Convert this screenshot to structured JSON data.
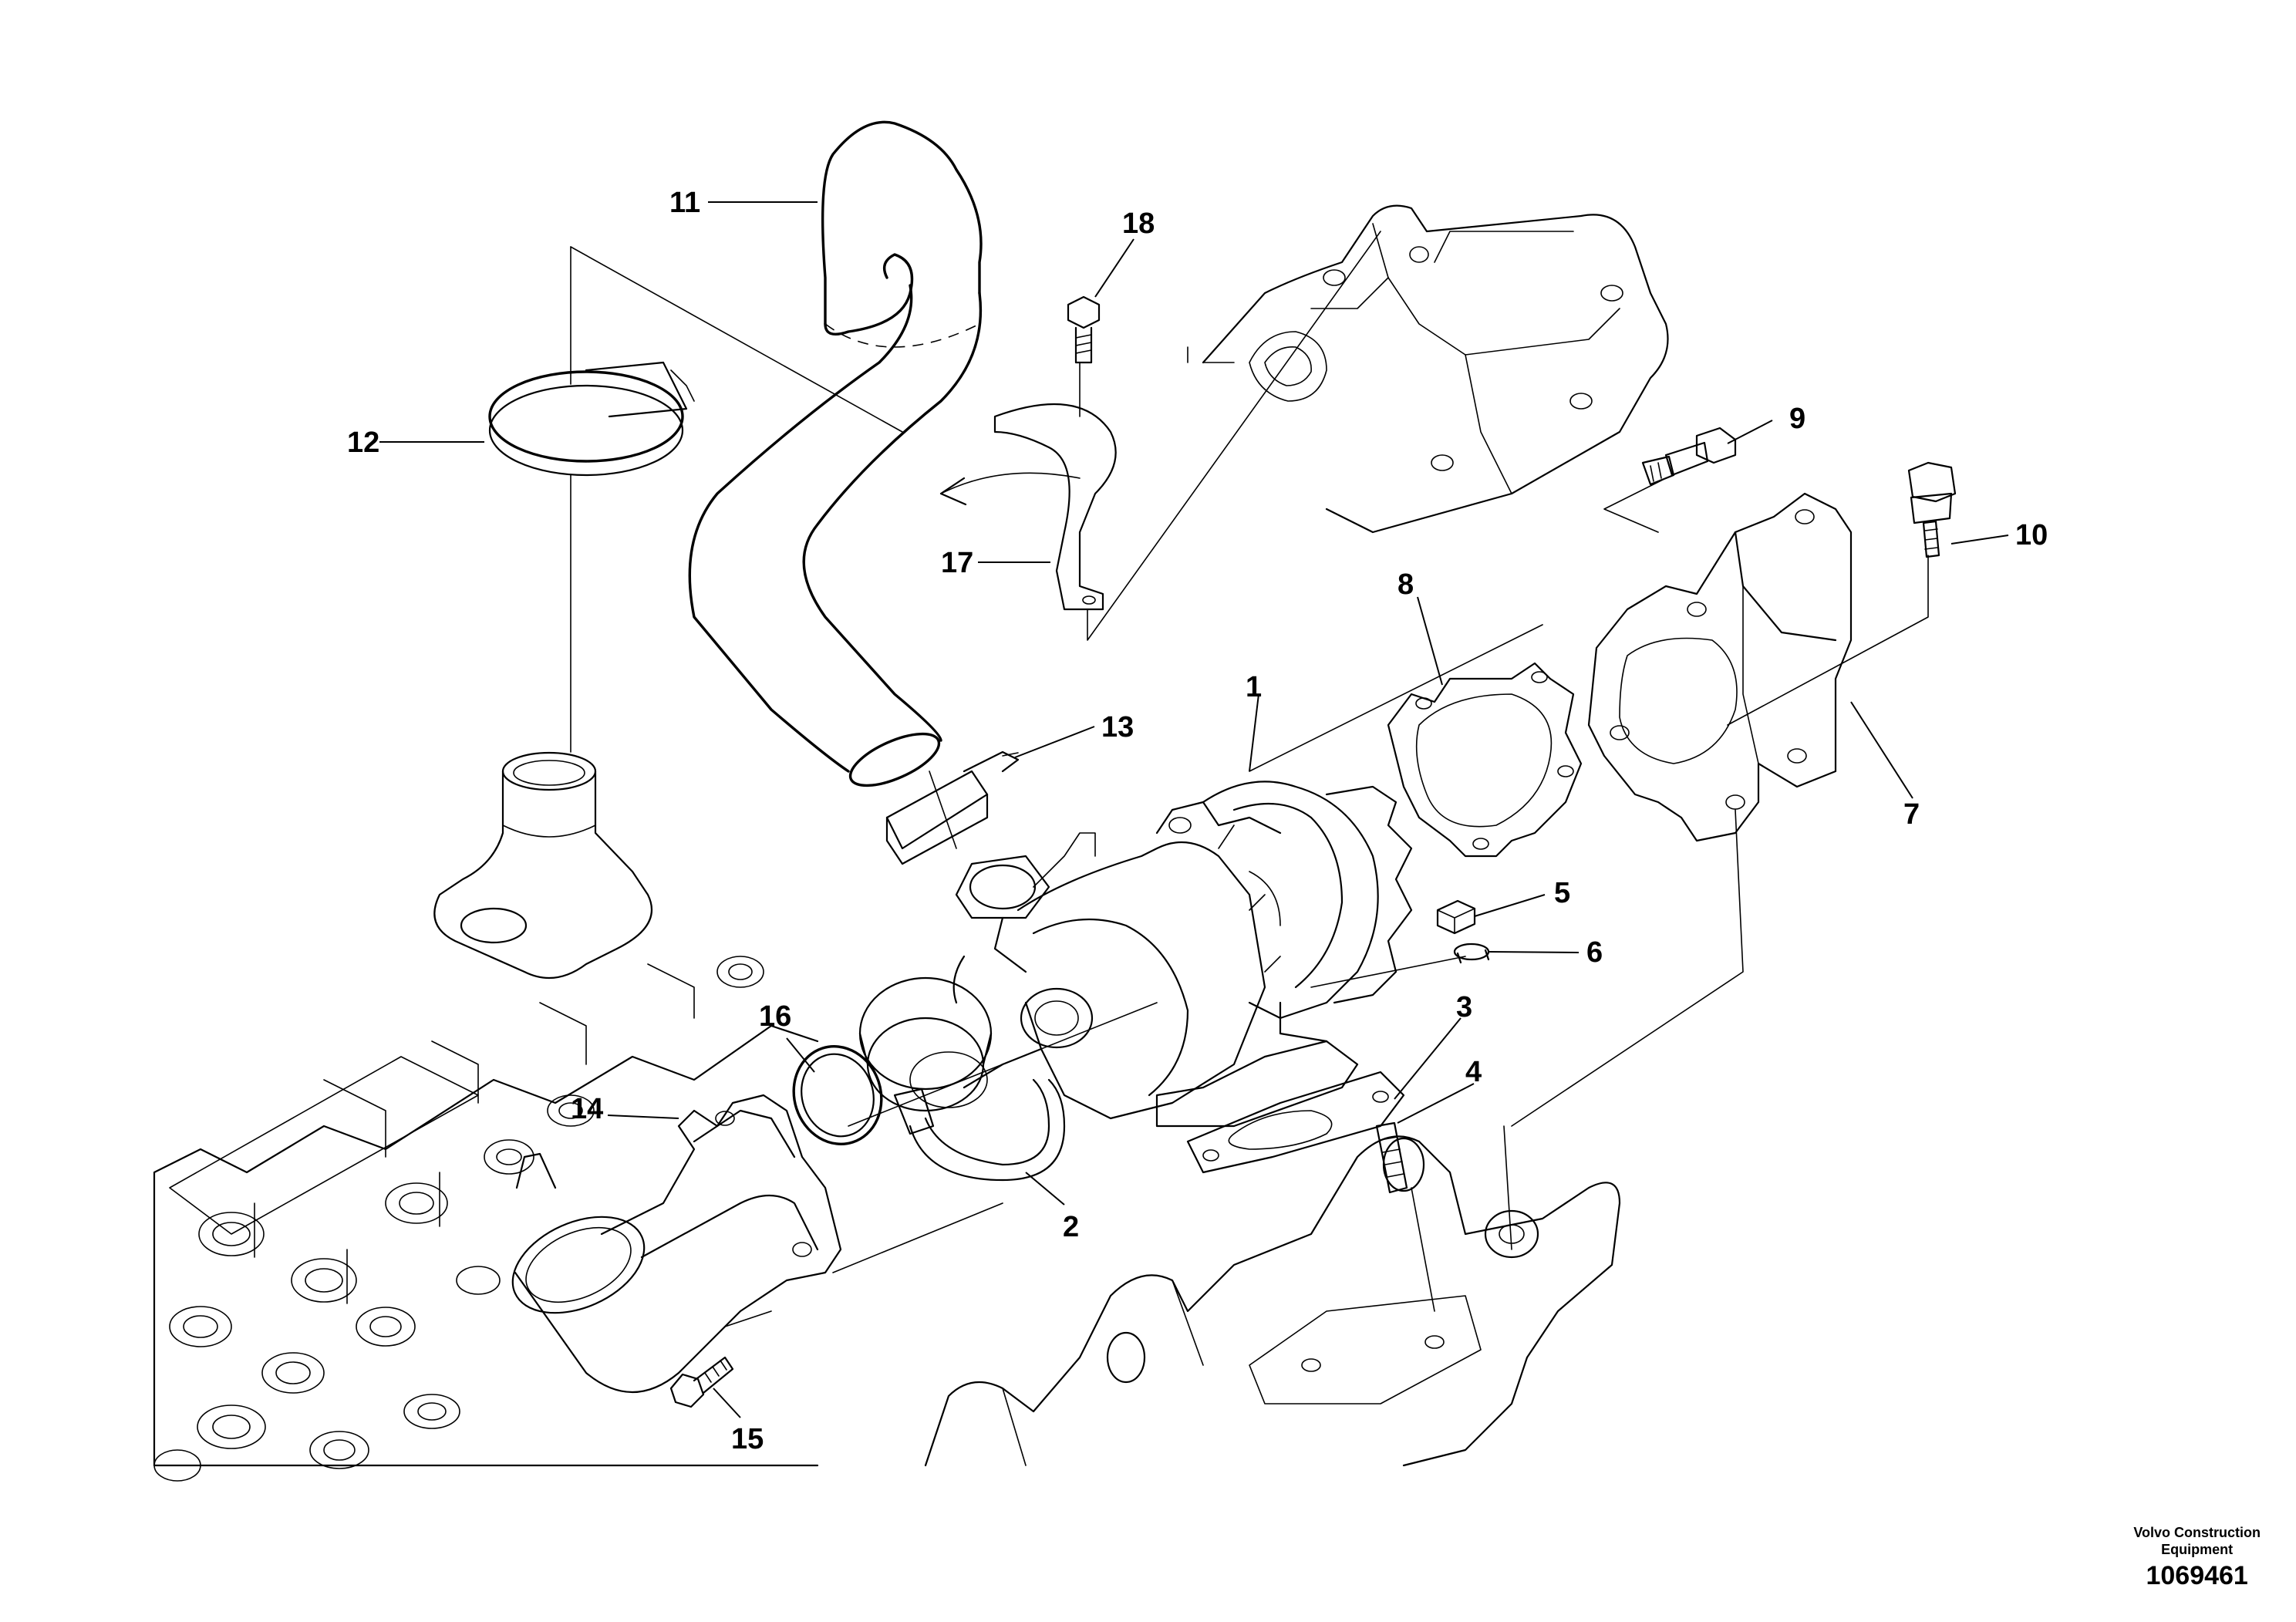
{
  "callouts": {
    "c1": "1",
    "c2": "2",
    "c3": "3",
    "c4": "4",
    "c5": "5",
    "c6": "6",
    "c7": "7",
    "c8": "8",
    "c9": "9",
    "c10": "10",
    "c11": "11",
    "c12": "12",
    "c13": "13",
    "c14": "14",
    "c15": "15",
    "c16": "16",
    "c17": "17",
    "c18": "18"
  },
  "footer": {
    "brand_line1": "Volvo Construction",
    "brand_line2": "Equipment",
    "doc_number": "1069461"
  }
}
